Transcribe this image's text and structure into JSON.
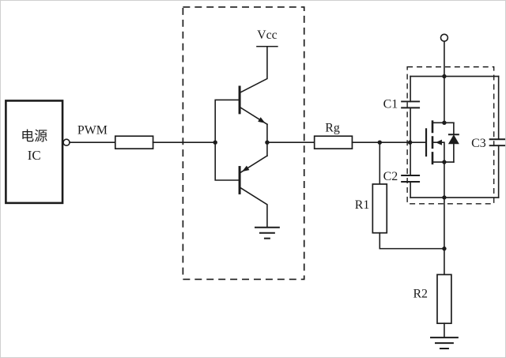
{
  "colors": {
    "line": "#1c1c1c",
    "background": "#ffffff",
    "border": "#cfcfcf"
  },
  "schematic": {
    "power_ic": {
      "line1": "电源",
      "line2": "IC"
    },
    "input": {
      "label": "PWM"
    },
    "driver_stage": {
      "supply_label": "Vcc"
    },
    "gate_resistor": {
      "label": "Rg"
    },
    "mosfet_network": {
      "c1_label": "C1",
      "c2_label": "C2",
      "c3_label": "C3"
    },
    "r1_label": "R1",
    "r2_label": "R2"
  }
}
